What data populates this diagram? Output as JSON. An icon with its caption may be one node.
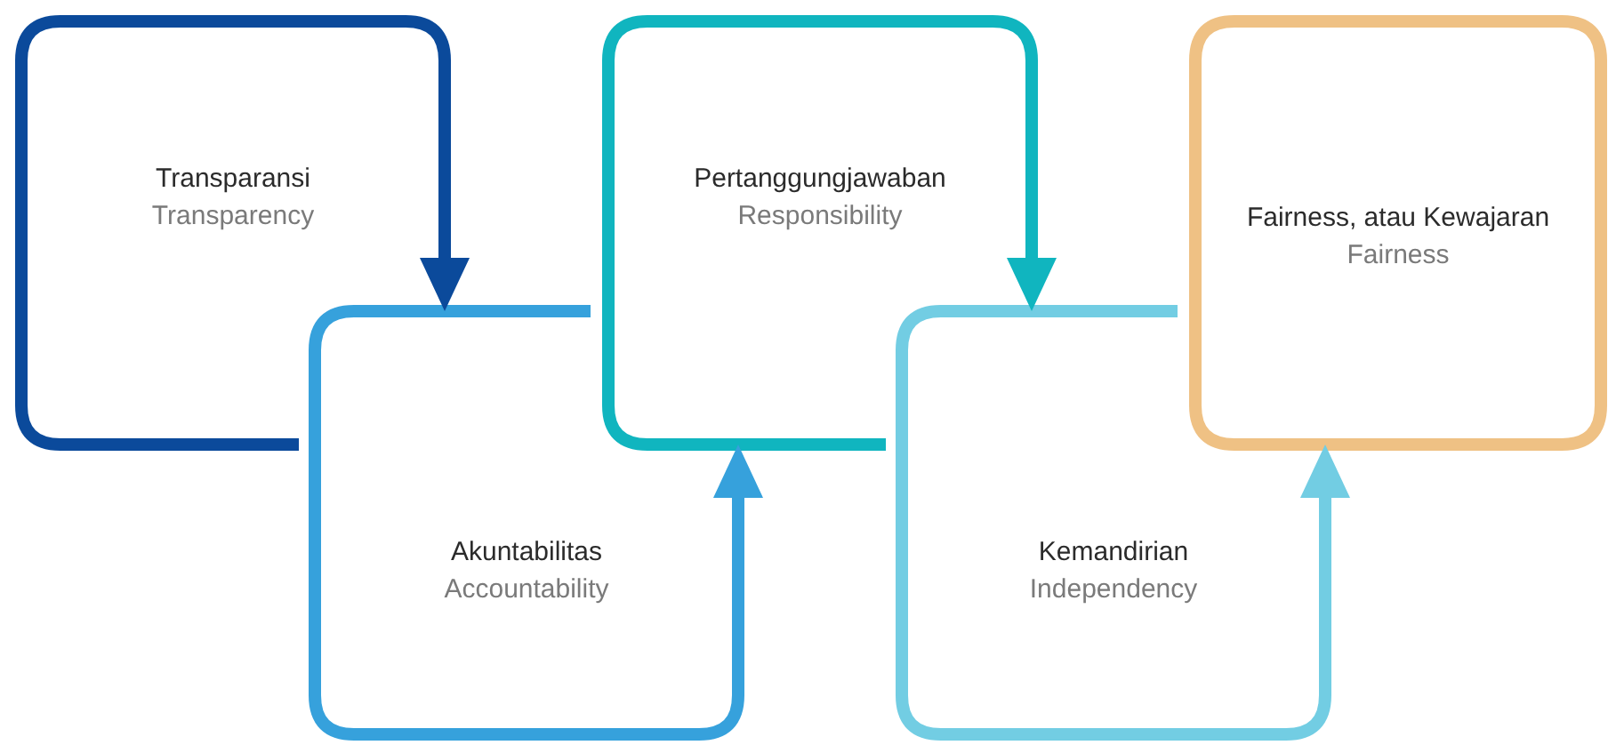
{
  "diagram": {
    "nodes": [
      {
        "text": [
          "Transparansi",
          "Transparency"
        ]
      },
      {
        "text": [
          "Akuntabilitas",
          "Accountability"
        ]
      },
      {
        "text": [
          "Pertanggungjawaban",
          "Responsibility"
        ]
      },
      {
        "text": [
          "Kemandirian",
          "Independency"
        ]
      },
      {
        "text": [
          "Fairness, atau Kewajaran",
          "Fairness"
        ]
      }
    ],
    "edges": [
      {
        "from": 0,
        "to": 1,
        "arrow": "to",
        "color": "#0b4a9b"
      },
      {
        "from": 1,
        "to": 2,
        "arrow": "to",
        "color": "#36a1dc"
      },
      {
        "from": 2,
        "to": 3,
        "arrow": "to",
        "color": "#10b5bf"
      },
      {
        "from": 3,
        "to": 4,
        "arrow": "to",
        "color": "#72cde3"
      }
    ]
  }
}
